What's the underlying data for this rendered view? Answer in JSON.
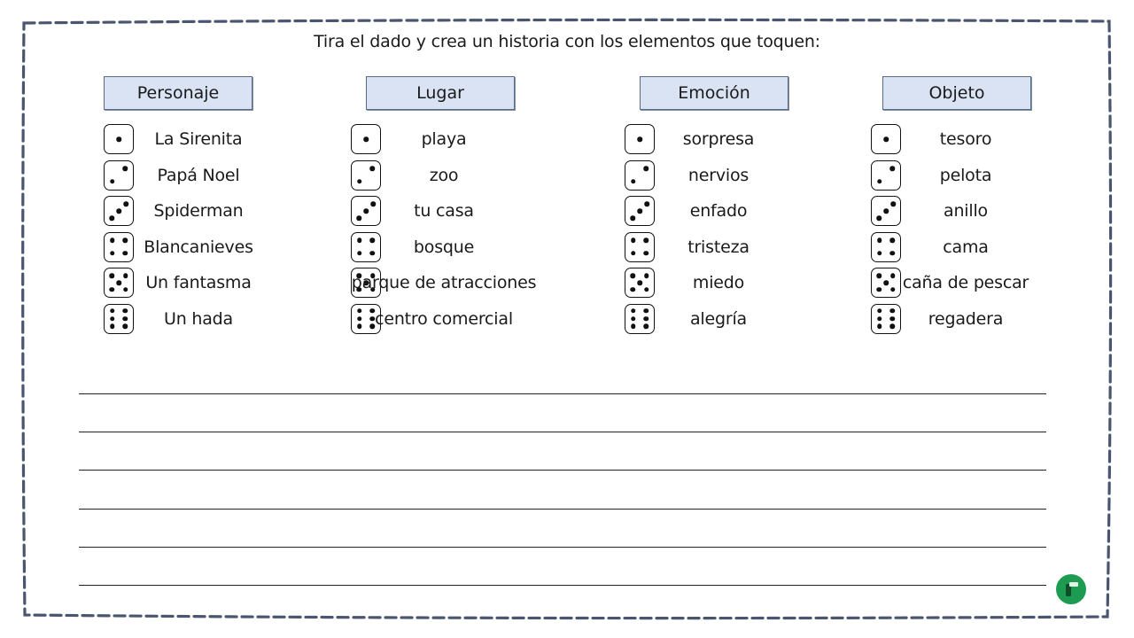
{
  "title": "Tira el dado y crea un historia con los elementos que toquen:",
  "colors": {
    "border": "#4a5670",
    "header_fill": "#d9e3f3",
    "logo_green": "#1e9b53"
  },
  "columns": [
    {
      "header": "Personaje",
      "items": [
        "La Sirenita",
        "Papá Noel",
        "Spiderman",
        "Blancanieves",
        "Un fantasma",
        "Un hada"
      ]
    },
    {
      "header": "Lugar",
      "items": [
        "playa",
        "zoo",
        "tu casa",
        "bosque",
        "parque de atracciones",
        "centro comercial"
      ]
    },
    {
      "header": "Emoción",
      "items": [
        "sorpresa",
        "nervios",
        "enfado",
        "tristeza",
        "miedo",
        "alegría"
      ]
    },
    {
      "header": "Objeto",
      "items": [
        "tesoro",
        "pelota",
        "anillo",
        "cama",
        "caña de pescar",
        "regadera"
      ]
    }
  ],
  "dice_faces": [
    1,
    2,
    3,
    4,
    5,
    6
  ],
  "writing_line_count": 6,
  "logo_icon": "green-circle-logo-icon"
}
